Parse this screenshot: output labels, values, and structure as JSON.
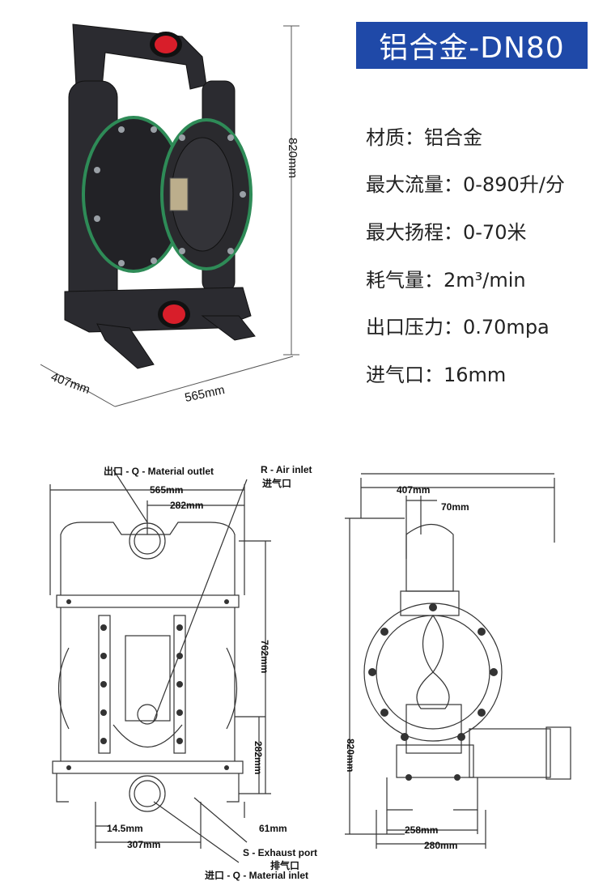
{
  "header": {
    "title": "铝合金-DN80"
  },
  "specs": [
    {
      "text": "材质：铝合金"
    },
    {
      "text": "最大流量：0-890升/分"
    },
    {
      "text": "最大扬程：0-70米"
    },
    {
      "text": "耗气量：2m³/min"
    },
    {
      "text": "出口压力：0.70mpa"
    },
    {
      "text": "进气口：16mm"
    }
  ],
  "photo_dims": {
    "height": "820mm",
    "depth": "407mm",
    "width": "565mm"
  },
  "front_view": {
    "label_outlet": "出口 - Q - Material outlet",
    "label_air_inlet": "R - Air inlet",
    "label_air_inlet_cn": "进气口",
    "dim_565": "565mm",
    "dim_282_top": "282mm",
    "dim_762": "762mm",
    "dim_282_side": "282mm",
    "dim_145": "14.5mm",
    "dim_61": "61mm",
    "dim_307": "307mm",
    "label_exhaust": "S - Exhaust port",
    "label_exhaust_cn": "排气口",
    "label_inlet": "进口 - Q - Material inlet"
  },
  "side_view": {
    "dim_407": "407mm",
    "dim_70": "70mm",
    "dim_820": "820mm",
    "dim_258": "258mm",
    "dim_280": "280mm"
  },
  "colors": {
    "title_bg": "#1f49a8",
    "pump_body": "#2b2b30",
    "port_red": "#d81e2a",
    "seal_green": "#2e8b57"
  }
}
